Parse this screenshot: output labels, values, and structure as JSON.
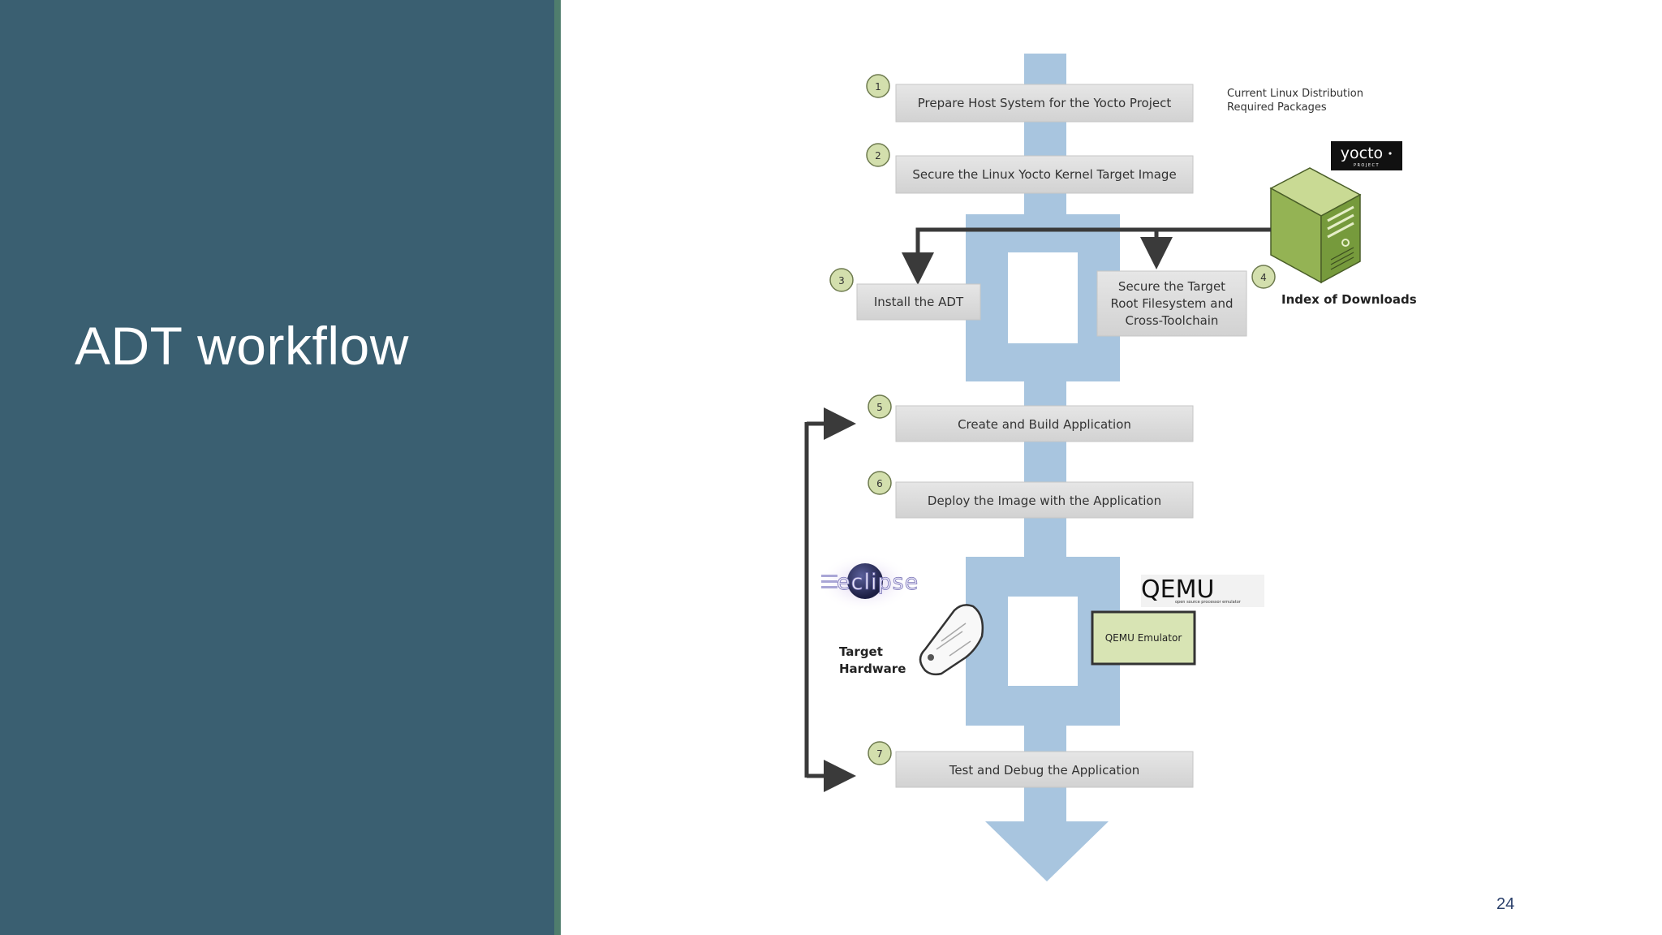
{
  "slide": {
    "title": "ADT workflow",
    "page_number": "24"
  },
  "colors": {
    "sidebar": "#3a5f71",
    "accent_stripe": "#4f7d6d",
    "flow_blue": "#a8c5df",
    "step_box": "#dcdcdc",
    "step_badge": "#d3dfad",
    "server_green": "#9bbb5a",
    "qemu_box": "#d8e4b4"
  },
  "diagram": {
    "steps": [
      {
        "number": "1",
        "label": "Prepare Host System for the Yocto Project"
      },
      {
        "number": "2",
        "label": "Secure the Linux Yocto Kernel Target Image"
      },
      {
        "number": "3",
        "label": "Install the ADT"
      },
      {
        "number": "4",
        "lines": [
          "Secure the Target",
          "Root Filesystem and",
          "Cross-Toolchain"
        ]
      },
      {
        "number": "5",
        "label": "Create and Build Application"
      },
      {
        "number": "6",
        "label": "Deploy the Image with the Application"
      },
      {
        "number": "7",
        "label": "Test and Debug the Application"
      }
    ],
    "host_notes": [
      "Current Linux Distribution",
      "Required Packages"
    ],
    "yocto_logo": {
      "text": "yocto",
      "subtext": "PROJECT"
    },
    "downloads_label": "Index of Downloads",
    "eclipse_logo": "eclipse",
    "target_hardware": [
      "Target",
      "Hardware"
    ],
    "qemu_logo": {
      "text": "QEMU",
      "tagline": "open source processor emulator"
    },
    "qemu_emulator_label": "QEMU Emulator"
  }
}
